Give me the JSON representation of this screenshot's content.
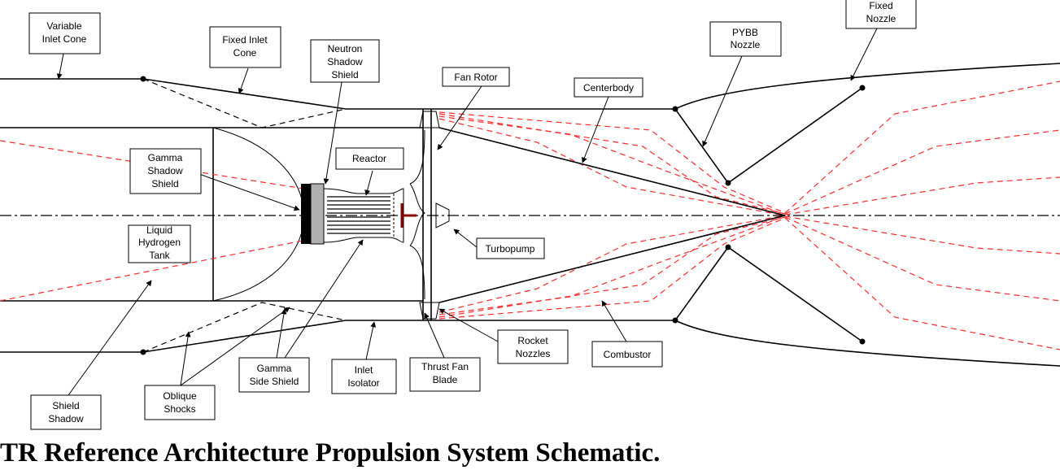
{
  "caption": "TR Reference Architecture Propulsion System Schematic.",
  "colors": {
    "flow_lines": "#ff2a2a",
    "structure": "#000000",
    "background": "#ffffff"
  },
  "labels": {
    "variable_inlet_cone": [
      "Variable",
      "Inlet Cone"
    ],
    "fixed_inlet_cone": [
      "Fixed Inlet",
      "Cone"
    ],
    "neutron_shadow_shield": [
      "Neutron",
      "Shadow",
      "Shield"
    ],
    "fan_rotor": [
      "Fan Rotor"
    ],
    "centerbody": [
      "Centerbody"
    ],
    "pybb_nozzle": [
      "PYBB",
      "Nozzle"
    ],
    "fixed_nozzle": [
      "Fixed",
      "Nozzle"
    ],
    "gamma_shadow_shield": [
      "Gamma",
      "Shadow",
      "Shield"
    ],
    "reactor": [
      "Reactor"
    ],
    "liquid_hydrogen_tank": [
      "Liquid",
      "Hydrogen",
      "Tank"
    ],
    "turbopump": [
      "Turbopump"
    ],
    "rocket_nozzles": [
      "Rocket",
      "Nozzles"
    ],
    "combustor": [
      "Combustor"
    ],
    "thrust_fan_blade": [
      "Thrust Fan",
      "Blade"
    ],
    "inlet_isolator": [
      "Inlet",
      "Isolator"
    ],
    "gamma_side_shield": [
      "Gamma",
      "Side Shield"
    ],
    "oblique_shocks": [
      "Oblique",
      "Shocks"
    ],
    "shield_shadow": [
      "Shield",
      "Shadow"
    ]
  }
}
